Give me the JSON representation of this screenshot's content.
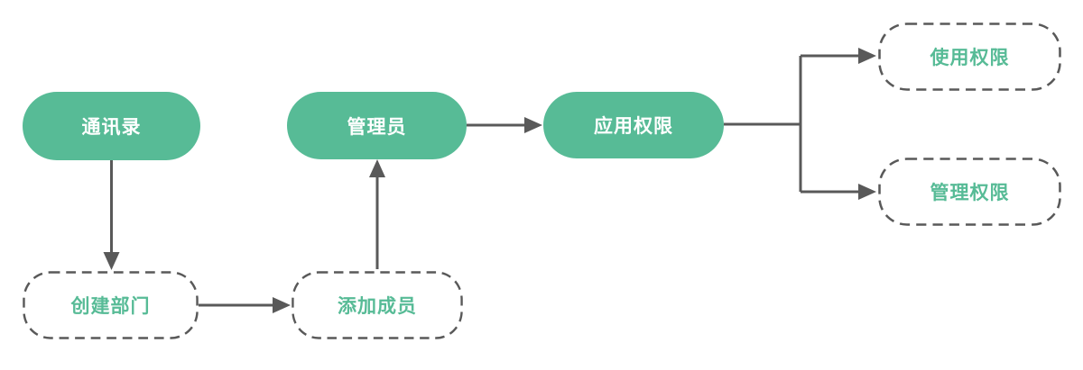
{
  "diagram": {
    "background": "#FFFFFF",
    "colors": {
      "node_fill": "#57BB96",
      "node_text": "#FFFFFF",
      "dashed_node_text": "#57BB96",
      "dashed_node_border": "#595959",
      "connector": "#595959"
    },
    "nodes": [
      {
        "id": "contacts",
        "label": "通讯录",
        "style": "solid"
      },
      {
        "id": "admin",
        "label": "管理员",
        "style": "solid"
      },
      {
        "id": "app-permission",
        "label": "应用权限",
        "style": "solid"
      },
      {
        "id": "use-permission",
        "label": "使用权限",
        "style": "dashed"
      },
      {
        "id": "manage-permission",
        "label": "管理权限",
        "style": "dashed"
      },
      {
        "id": "create-department",
        "label": "创建部门",
        "style": "dashed"
      },
      {
        "id": "add-member",
        "label": "添加成员",
        "style": "dashed"
      }
    ],
    "edges": [
      {
        "from": "通讯录",
        "to": "创建部门"
      },
      {
        "from": "创建部门",
        "to": "添加成员"
      },
      {
        "from": "添加成员",
        "to": "管理员"
      },
      {
        "from": "管理员",
        "to": "应用权限"
      },
      {
        "from": "应用权限",
        "to": "使用权限"
      },
      {
        "from": "应用权限",
        "to": "管理权限"
      }
    ]
  }
}
